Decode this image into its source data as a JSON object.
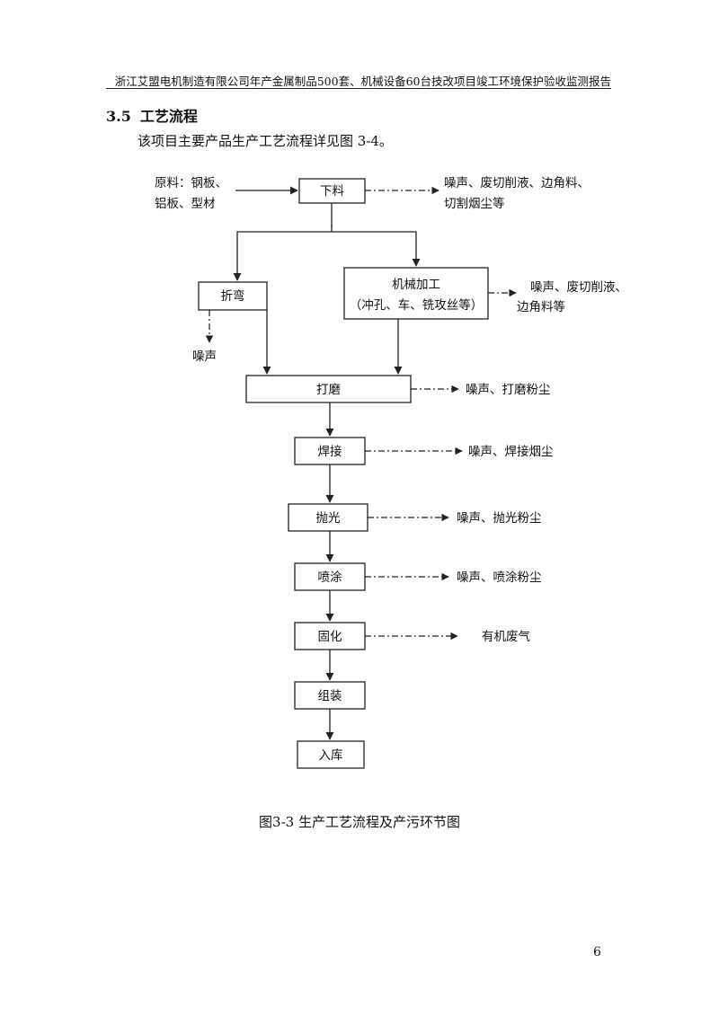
{
  "header": {
    "text": "浙江艾盟电机制造有限公司年产金属制品500套、机械设备60台技改项目竣工环境保护验收监测报告"
  },
  "section": {
    "number": "3.5",
    "title": "工艺流程",
    "intro": "该项目主要产品生产工艺流程详见图 3-4。"
  },
  "flowchart": {
    "raw_material": [
      "原料：钢板、",
      "铝板、型材"
    ],
    "steps": {
      "xialiao": "下料",
      "zhewan": "折弯",
      "jixie": [
        "机械加工",
        "（冲孔、车、铣攻丝等）"
      ],
      "damo": "打磨",
      "hanjie": "焊接",
      "paoguang": "抛光",
      "pentu": "喷涂",
      "guhua": "固化",
      "zuzhuang": "组装",
      "ruku": "入库"
    },
    "outputs": {
      "xialiao": [
        "噪声、废切削液、边角料、",
        "切割烟尘等"
      ],
      "zhewan": "噪声",
      "jixie": [
        "噪声、废切削液、",
        "边角料等"
      ],
      "damo": "噪声、打磨粉尘",
      "hanjie": "噪声、焊接烟尘",
      "paoguang": "噪声、抛光粉尘",
      "pentu": "噪声、喷涂粉尘",
      "guhua": "有机废气"
    }
  },
  "figure": {
    "caption": "图3-3  生产工艺流程及产污环节图"
  },
  "page": {
    "number": "6"
  },
  "colors": {
    "line": "#222222",
    "text": "#111111"
  }
}
